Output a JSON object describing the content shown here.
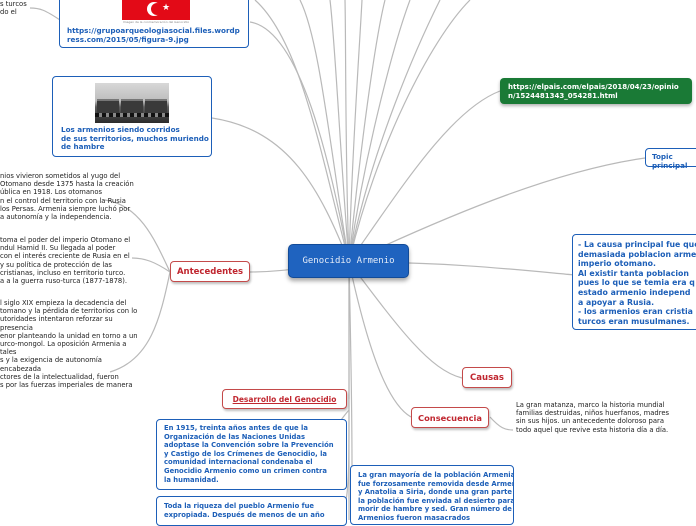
{
  "center": {
    "title": "Genocidio Armenio"
  },
  "top_image_node": {
    "link": "https://grupoarqueologiasocial.files.wordpress.com/2015/05/figura-9.jpg",
    "image_caption": "Imagen de la conmemoración del Genocidio",
    "image_icon": "turkish-flag-image"
  },
  "photo_node": {
    "caption": "Los armenios siendo corridos\nde sus territorios, muchos muriendo\n de hambre",
    "image_icon": "train-photo-image"
  },
  "top_left_fragment": "s turcos\ndo el",
  "green_link": {
    "text": "https://elpais.com/elpais/2018/04/23/opinion/1524481343_054281.html"
  },
  "topic_principal": {
    "label": "Topic principal"
  },
  "causes_text": "- La causa principal fue que\ndemasiada poblacion armenia\nimperio otomano.\nAl existir tanta poblacion\npues lo que se temia era q\nestado armenio independ\na apoyar a Rusia.\n- los armenios eran cristia\nturcos eran musulmanes.",
  "antecedentes": {
    "label": "Antecedentes",
    "paragraphs": [
      "nios vivieron sometidos al yugo del\nOtomano desde 1375 hasta la creación\nública en 1918. Los otomanos\nn el control del territorio con la Rusia\nlos Persas. Armenia siempre luchó por\na autonomía y la independencia.",
      "toma el poder del imperio Otomano el\nndul Hamid II. Su llegada al poder\ncon el interés creciente de Rusia en el\ny su política de protección de las\ncristianas, incluso en territorio turco.\na a la guerra ruso-turca (1877-1878).",
      "l siglo XIX empieza la decadencia del\ntomano y la pérdida de territorios con lo\nutoridades intentaron reforzar su presencia\nenor planteando la unidad en torno a un\nurco-mongol. La oposición Armenia a tales\ns y la exigencia de autonomía encabezada\nctores de la intelectualidad, fueron\ns por las fuerzas imperiales de manera"
    ]
  },
  "desarrollo": {
    "label": "Desarrollo del Genocidio",
    "note1": "En 1915, treinta años antes de que la\nOrganización de las Naciones Unidas\nadoptase la Convención sobre la Prevención\ny Castigo de los Crímenes de Genocidio, la\ncomunidad internacional condenaba el\nGenocidio Armenio como un crimen contra\nla humanidad.",
    "note2": "Toda la riqueza del pueblo Armenio fue\nexpropiada. Después de menos de un año"
  },
  "causas": {
    "label": "Causas"
  },
  "consecuencia": {
    "label": "Consecuencia",
    "text": "La gran matanza, marco la historia mundial\nfamilias destruidas, niños huerfanos, madres\nsin sus hijos. un antecedente doloroso para\ntodo aquel que revive esta historia día a día.",
    "detail": "La gran mayoría de la población Armenia\nfue forzosamente removida desde Armenia\ny Anatolia a Siria, donde una gran parte de\nla población fue enviada al desierto para\nmorir de hambre y sed. Gran número de\nArmenios fueron masacrados"
  },
  "colors": {
    "center": "#1f63bf",
    "link_line": "#b9b9b9",
    "blue_text": "#1d5fb8",
    "red_accent": "#c0262f",
    "green_link": "#1a7a36"
  }
}
